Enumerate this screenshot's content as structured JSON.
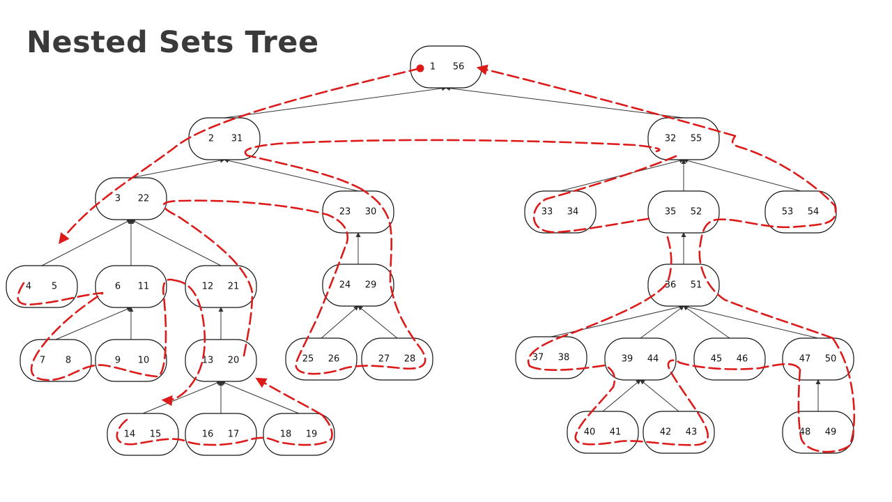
{
  "title": "Nested Sets Tree",
  "colors": {
    "traversal": "#dd1a1a",
    "node_border": "#111111",
    "edge": "#333333",
    "title": "#3a3a3a"
  },
  "nodes": [
    {
      "id": "n1",
      "left": "1",
      "right": "56",
      "parent": null
    },
    {
      "id": "n2",
      "left": "2",
      "right": "31",
      "parent": "n1"
    },
    {
      "id": "n32",
      "left": "32",
      "right": "55",
      "parent": "n1"
    },
    {
      "id": "n3",
      "left": "3",
      "right": "22",
      "parent": "n2"
    },
    {
      "id": "n23",
      "left": "23",
      "right": "30",
      "parent": "n2"
    },
    {
      "id": "n4",
      "left": "4",
      "right": "5",
      "parent": "n3"
    },
    {
      "id": "n6",
      "left": "6",
      "right": "11",
      "parent": "n3"
    },
    {
      "id": "n12",
      "left": "12",
      "right": "21",
      "parent": "n3"
    },
    {
      "id": "n7",
      "left": "7",
      "right": "8",
      "parent": "n6"
    },
    {
      "id": "n9",
      "left": "9",
      "right": "10",
      "parent": "n6"
    },
    {
      "id": "n13",
      "left": "13",
      "right": "20",
      "parent": "n12"
    },
    {
      "id": "n14",
      "left": "14",
      "right": "15",
      "parent": "n13"
    },
    {
      "id": "n16",
      "left": "16",
      "right": "17",
      "parent": "n13"
    },
    {
      "id": "n18",
      "left": "18",
      "right": "19",
      "parent": "n13"
    },
    {
      "id": "n24",
      "left": "24",
      "right": "29",
      "parent": "n23"
    },
    {
      "id": "n25",
      "left": "25",
      "right": "26",
      "parent": "n24"
    },
    {
      "id": "n27",
      "left": "27",
      "right": "28",
      "parent": "n24"
    },
    {
      "id": "n33",
      "left": "33",
      "right": "34",
      "parent": "n32"
    },
    {
      "id": "n35",
      "left": "35",
      "right": "52",
      "parent": "n32"
    },
    {
      "id": "n53",
      "left": "53",
      "right": "54",
      "parent": "n32"
    },
    {
      "id": "n36",
      "left": "36",
      "right": "51",
      "parent": "n35"
    },
    {
      "id": "n37",
      "left": "37",
      "right": "38",
      "parent": "n36"
    },
    {
      "id": "n39",
      "left": "39",
      "right": "44",
      "parent": "n36"
    },
    {
      "id": "n45",
      "left": "45",
      "right": "46",
      "parent": "n36"
    },
    {
      "id": "n47",
      "left": "47",
      "right": "50",
      "parent": "n36"
    },
    {
      "id": "n40",
      "left": "40",
      "right": "41",
      "parent": "n39"
    },
    {
      "id": "n42",
      "left": "42",
      "right": "43",
      "parent": "n39"
    },
    {
      "id": "n48",
      "left": "48",
      "right": "49",
      "parent": "n47"
    }
  ]
}
